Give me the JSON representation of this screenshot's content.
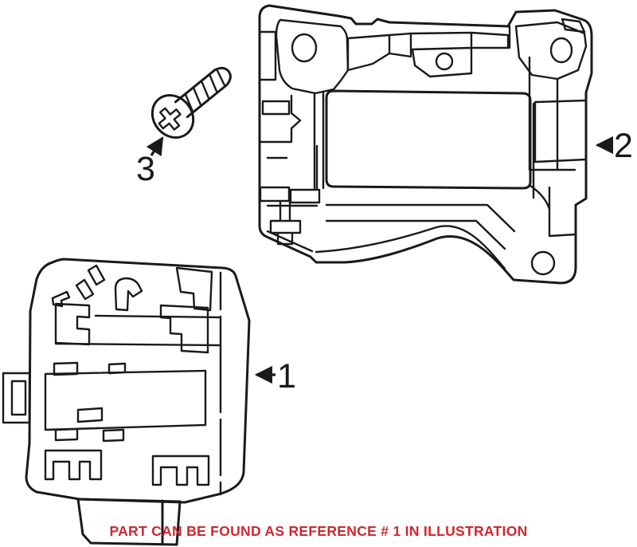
{
  "diagram": {
    "background": "#ffffff",
    "line_color": "#1a1a1a",
    "labels": {
      "part1": "1",
      "part2": "2",
      "part3": "3"
    },
    "caption": {
      "text": "PART CAN BE FOUND AS REFERENCE # 1 IN ILLUSTRATION",
      "color": "#d2262c"
    }
  }
}
